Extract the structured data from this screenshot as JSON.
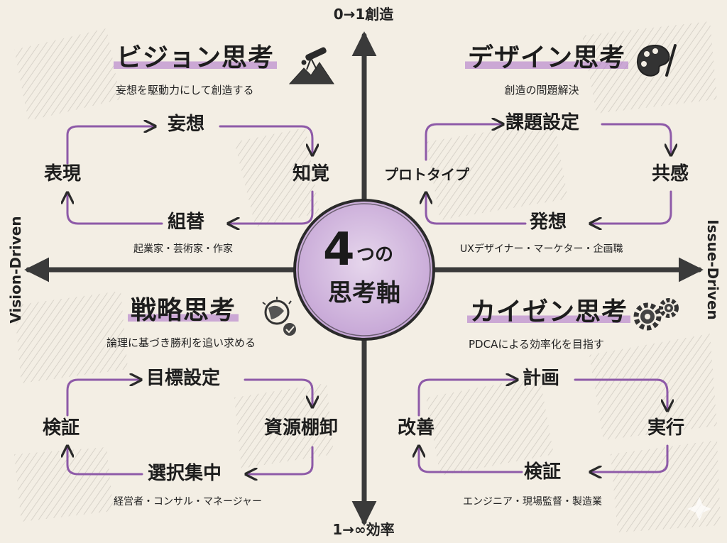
{
  "axes": {
    "top": "0→1創造",
    "bottom": "1→∞効率",
    "left": "Vision-Driven",
    "right": "Issue-Driven"
  },
  "center": {
    "number": "4",
    "line1": "つの",
    "line2": "思考軸"
  },
  "quadrants": {
    "vision": {
      "title": "ビジョン思考",
      "subtitle": "妄想を駆動力にして創造する",
      "steps": {
        "top": "妄想",
        "right": "知覚",
        "bottom": "組替",
        "left": "表現"
      },
      "roles": "起業家・芸術家・作家",
      "icon": "telescope-on-mountain-icon"
    },
    "design": {
      "title": "デザイン思考",
      "subtitle": "創造の問題解決",
      "steps": {
        "top": "課題設定",
        "right": "共感",
        "bottom": "発想",
        "left": "プロトタイプ"
      },
      "roles": "UXデザイナー・マーケター・企画職",
      "icon": "palette-brush-icon"
    },
    "strategy": {
      "title": "戦略思考",
      "subtitle": "論理に基づき勝利を追い求める",
      "steps": {
        "top": "目標設定",
        "right": "資源棚卸",
        "bottom": "選択集中",
        "left": "検証"
      },
      "roles": "経営者・コンサル・マネージャー",
      "icon": "globe-check-icon"
    },
    "kaizen": {
      "title": "カイゼン思考",
      "subtitle": "PDCAによる効率化を目指す",
      "steps": {
        "top": "計画",
        "right": "実行",
        "bottom": "検証",
        "left": "改善"
      },
      "roles": "エンジニア・現場監督・製造業",
      "icon": "gears-icon"
    }
  },
  "colors": {
    "accent": "#8e5aa8",
    "ink": "#1d1d1d",
    "paper": "#f3eee4",
    "circle_fill": "#d9c3e3"
  }
}
